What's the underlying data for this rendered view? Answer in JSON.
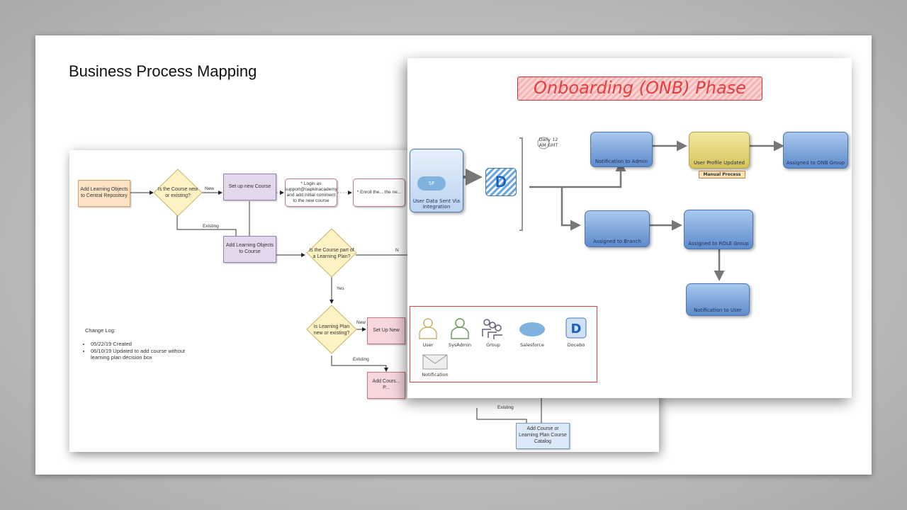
{
  "slide": {
    "title": "Business Process Mapping"
  },
  "flowchart": {
    "nodes": {
      "add_lo_repo": "Add Learning Objects to Central Repository",
      "course_new_q": "Is the Course new or existing?",
      "setup_course": "Set up new Course",
      "login_note": "* Login as support@napkinacademy and add initial comment to the new course",
      "enroll_note": "* Enroll the... the ne...",
      "add_lo_course": "Add Learning Objects to Course",
      "part_of_lp_q": "Is the Course part of a Learning Plan?",
      "lp_new_q": "Is Learning Plan new or existing?",
      "setup_new": "Set Up New",
      "add_course_p": "Add Cours... P...",
      "catalog": "Add Course or Learning Plan Course Catalog"
    },
    "labels": {
      "new": "New",
      "existing": "Existing",
      "yes": "Yes",
      "no": "N",
      "new2": "New",
      "existing2": "Existing",
      "existing3": "Existing"
    },
    "change_log": {
      "title": "Change Log:",
      "items": [
        "05/22/19 Created",
        "06/10/19 Updated to add course without learning plan decision box"
      ]
    }
  },
  "onboarding": {
    "title": "Onboarding (ONB) Phase",
    "schedule": "Daily 12 AM GMT",
    "nodes": {
      "user_data": "User Data Sent Via Integration",
      "notify_admin": "Notification to Admin",
      "profile_updated": "User Profile Updated",
      "manual": "Manual Process",
      "onb_group": "Assigned to ONB Group",
      "branch": "Assigned to Branch",
      "role_group": "Assigned to ROLE Group",
      "notify_user": "Notification to User"
    },
    "sf_label": "SF",
    "docebo_letter": "D",
    "legend": [
      "User",
      "SysAdmin",
      "Group",
      "Salesforce",
      "Docebo",
      "Notification"
    ]
  },
  "colors": {
    "title_red": "#e04040",
    "node_blue": "#5f8ccd",
    "yellow": "#d7c45a",
    "user": "#c9b36a",
    "admin": "#6a9a5a",
    "group": "#6a5a7a"
  }
}
